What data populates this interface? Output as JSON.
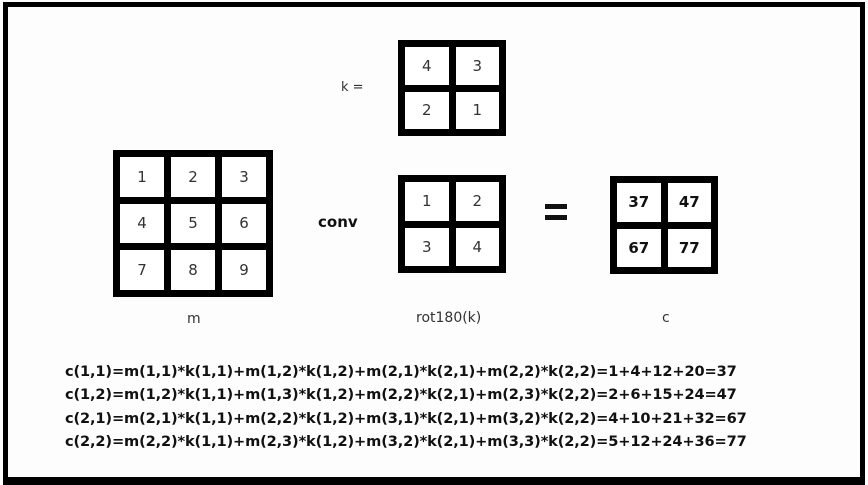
{
  "kernel": {
    "label": "k =",
    "values": [
      [
        "4",
        "3"
      ],
      [
        "2",
        "1"
      ]
    ]
  },
  "m_matrix": {
    "label": "m",
    "values": [
      [
        "1",
        "2",
        "3"
      ],
      [
        "4",
        "5",
        "6"
      ],
      [
        "7",
        "8",
        "9"
      ]
    ]
  },
  "operator": "conv",
  "rotated_kernel": {
    "label": "rot180(k)",
    "values": [
      [
        "1",
        "2"
      ],
      [
        "3",
        "4"
      ]
    ]
  },
  "equals_symbol": "=",
  "result": {
    "label": "c",
    "values": [
      [
        "37",
        "47"
      ],
      [
        "67",
        "77"
      ]
    ]
  },
  "equations": [
    "c(1,1)=m(1,1)*k(1,1)+m(1,2)*k(1,2)+m(2,1)*k(2,1)+m(2,2)*k(2,2)=1+4+12+20=37",
    "c(1,2)=m(1,2)*k(1,1)+m(1,3)*k(1,2)+m(2,2)*k(2,1)+m(2,3)*k(2,2)=2+6+15+24=47",
    "c(2,1)=m(2,1)*k(1,1)+m(2,2)*k(1,2)+m(3,1)*k(2,1)+m(3,2)*k(2,2)=4+10+21+32=67",
    "c(2,2)=m(2,2)*k(1,1)+m(2,3)*k(1,2)+m(3,2)*k(2,1)+m(3,3)*k(2,2)=5+12+24+36=77"
  ]
}
